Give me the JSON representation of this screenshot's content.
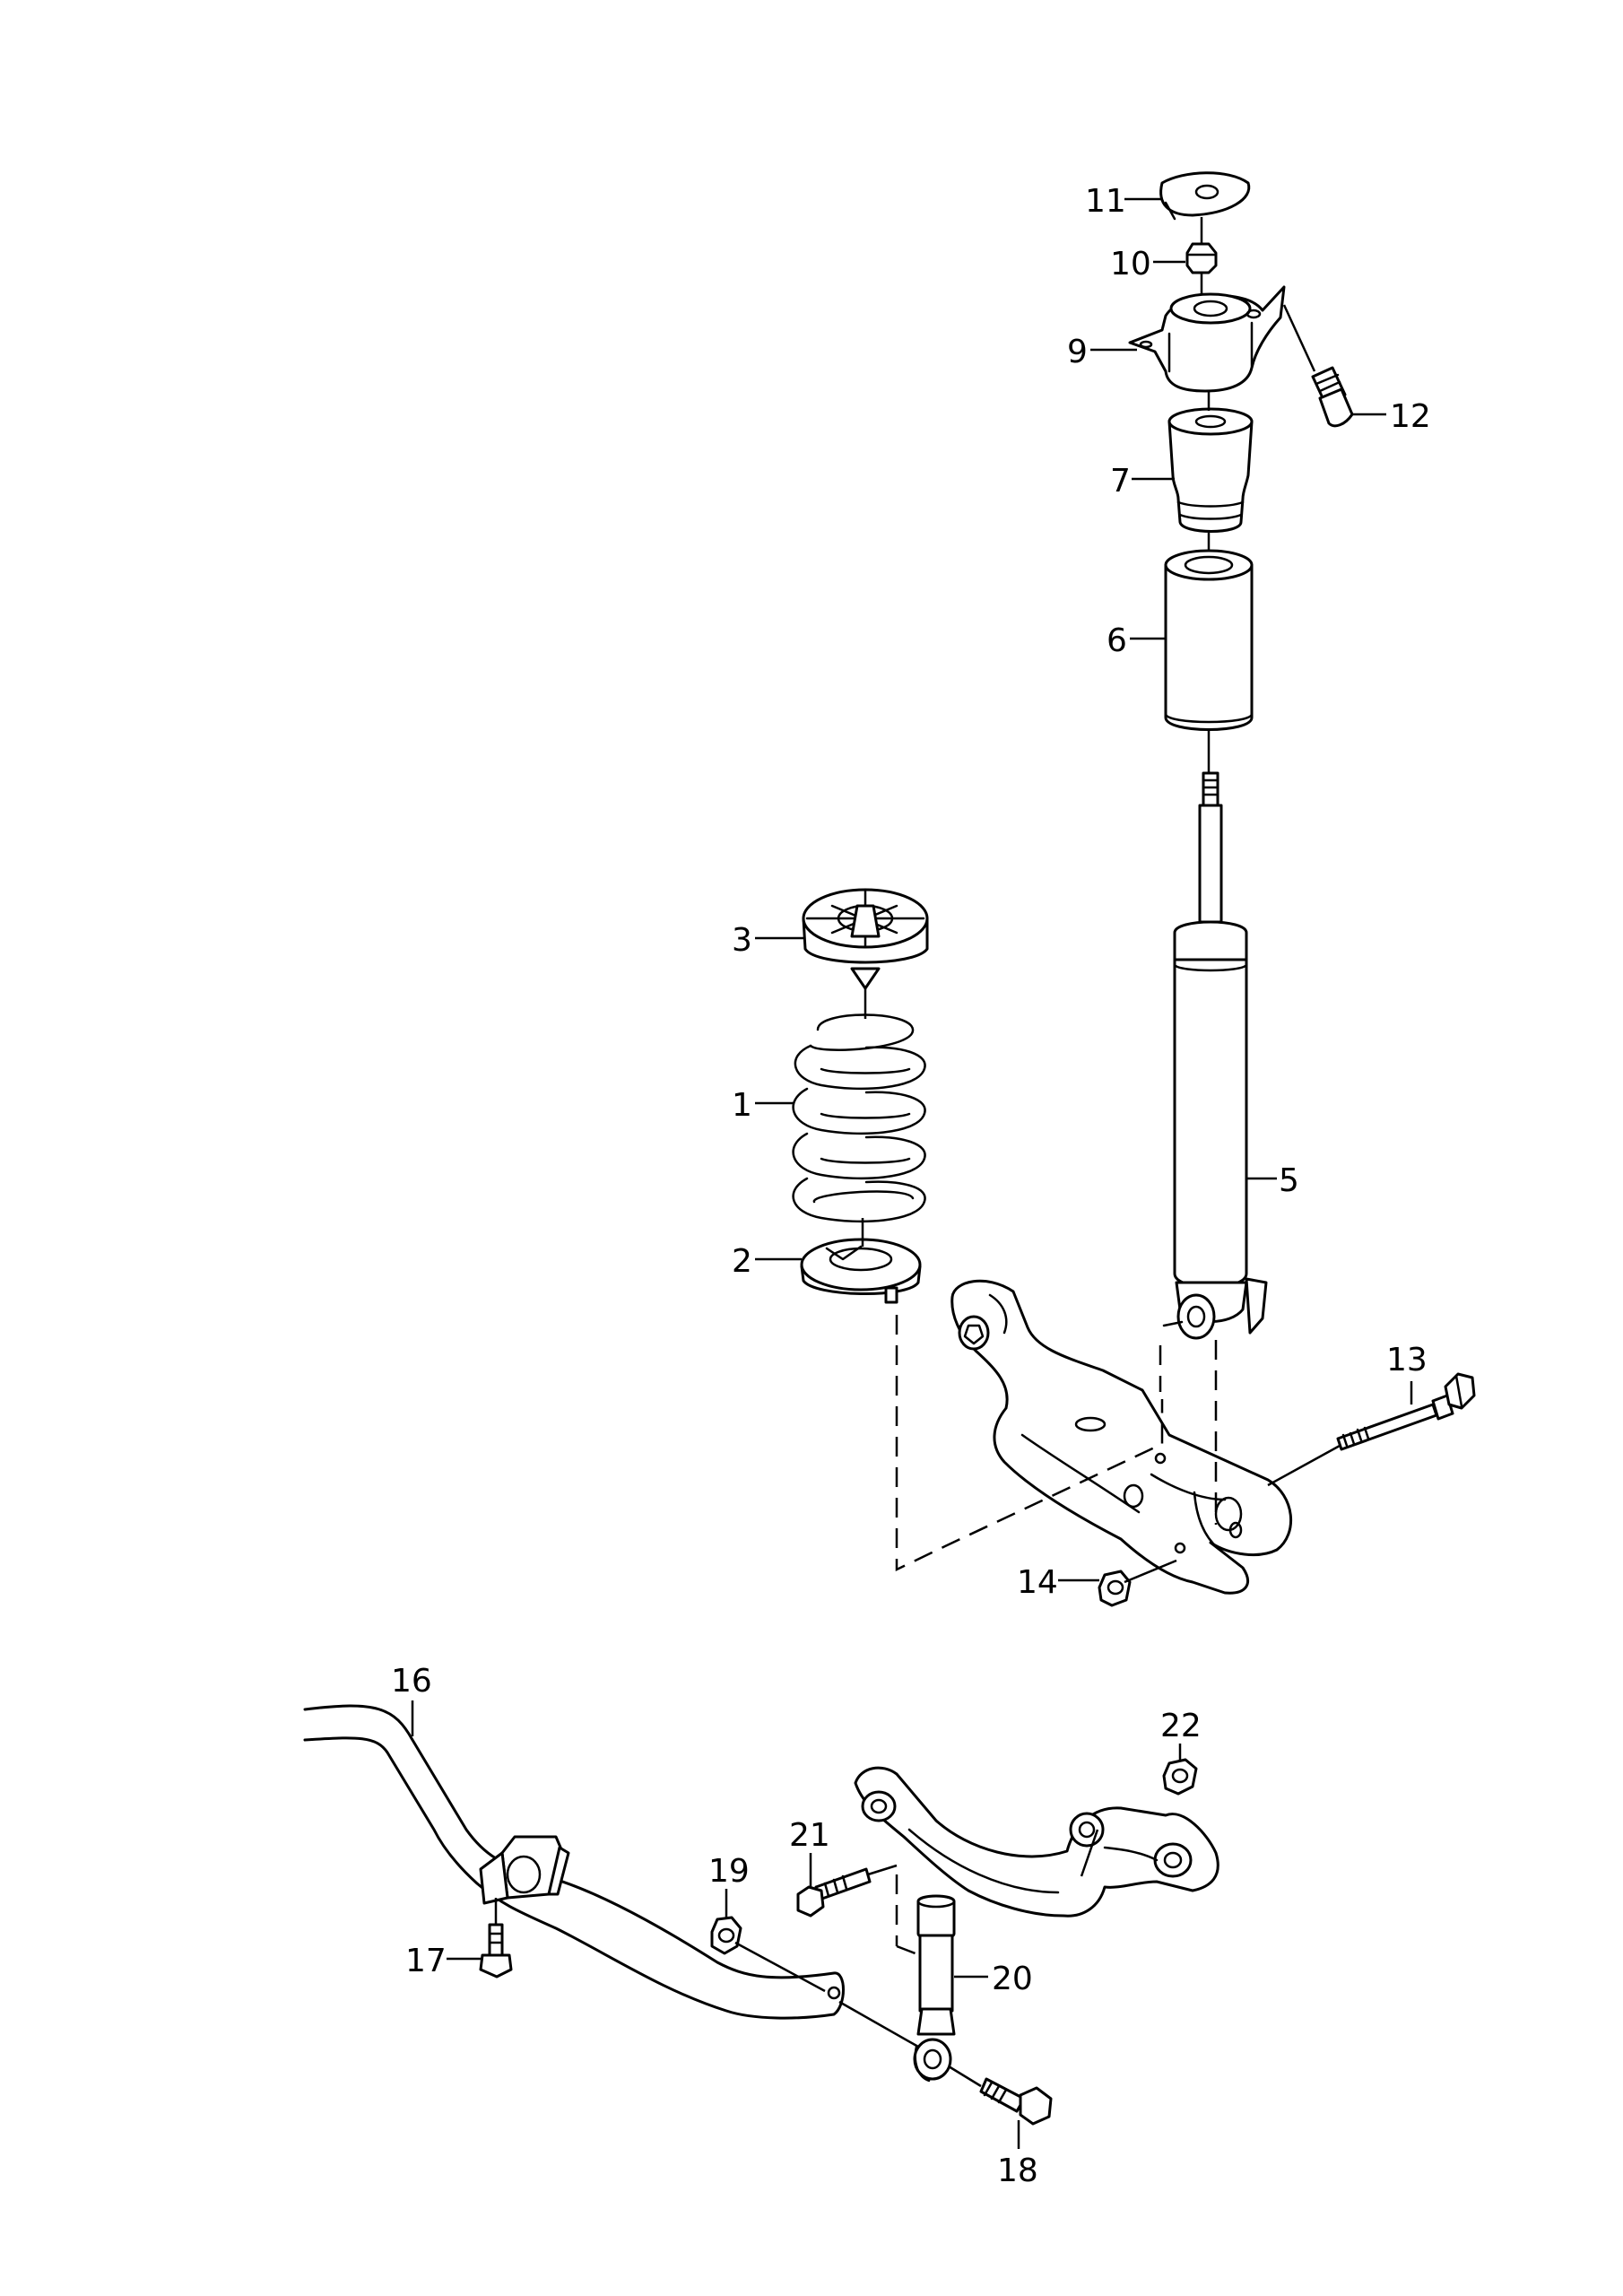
{
  "diagram": {
    "callouts": {
      "c1": "1",
      "c2": "2",
      "c3": "3",
      "c5": "5",
      "c6": "6",
      "c7": "7",
      "c9": "9",
      "c10": "10",
      "c11": "11",
      "c12": "12",
      "c13": "13",
      "c14": "14",
      "c16": "16",
      "c17": "17",
      "c18": "18",
      "c19": "19",
      "c20": "20",
      "c21": "21",
      "c22": "22"
    },
    "colors": {
      "line": "#000000",
      "background": "#ffffff"
    }
  }
}
